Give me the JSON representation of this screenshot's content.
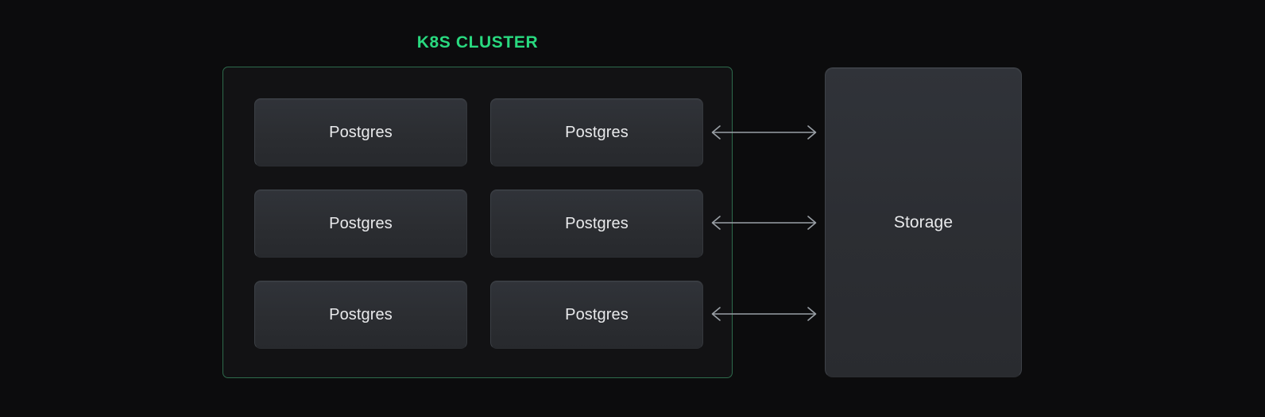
{
  "diagram": {
    "title": "K8S CLUSTER",
    "accent_color": "#29d97f",
    "background_color": "#0c0c0d",
    "cluster": {
      "border_color": "#2e6b4c",
      "fill_color": "#121214",
      "nodes": [
        {
          "label": "Postgres"
        },
        {
          "label": "Postgres"
        },
        {
          "label": "Postgres"
        },
        {
          "label": "Postgres"
        },
        {
          "label": "Postgres"
        },
        {
          "label": "Postgres"
        }
      ]
    },
    "storage": {
      "label": "Storage",
      "fill_color": "#2c2e33",
      "border_color": "#3e4248"
    },
    "connectors": {
      "color": "#9aa0a6",
      "style": "double-headed-arrow",
      "count": 3,
      "rows": [
        {
          "from": "Postgres",
          "to": "Storage"
        },
        {
          "from": "Postgres",
          "to": "Storage"
        },
        {
          "from": "Postgres",
          "to": "Storage"
        }
      ]
    }
  }
}
